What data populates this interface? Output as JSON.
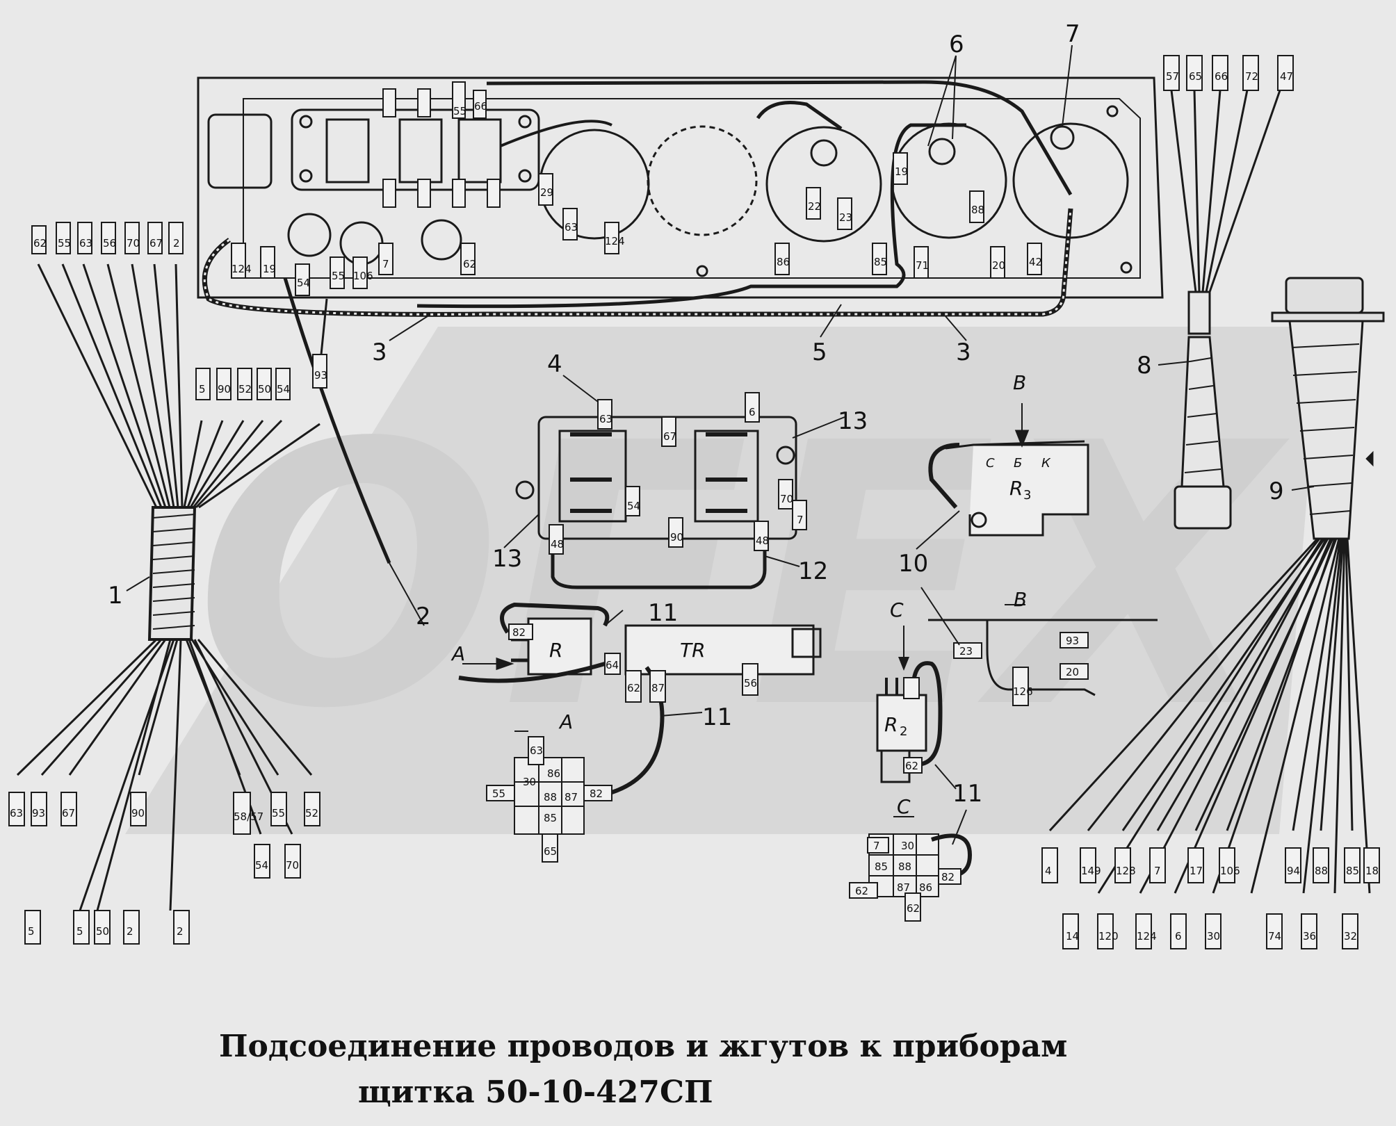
{
  "caption": {
    "line1": "Подсоединение проводов и жгутов к приборам",
    "line2": "щитка 50-10-427СП"
  },
  "watermark": "OFEX",
  "colors": {
    "ink": "#1a1a1a",
    "background": "#e9e9e9",
    "watermark": "#d2d2d2"
  },
  "callouts": [
    "1",
    "2",
    "3",
    "4",
    "5",
    "6",
    "7",
    "8",
    "9",
    "10",
    "11",
    "12",
    "13"
  ],
  "parts": {
    "R": "R",
    "TR": "TR",
    "R3": "R",
    "R3_sub": "3",
    "R2": "R",
    "R2_sub": "2",
    "R3_terms": [
      "С",
      "Б",
      "К"
    ]
  },
  "views": [
    "А",
    "В",
    "С"
  ],
  "wires": {
    "harness1_top_left": [
      "62",
      "55",
      "63",
      "56",
      "70",
      "67",
      "2"
    ],
    "harness1_top_right": [
      "5",
      "90",
      "52",
      "50",
      "54"
    ],
    "panel_top": [
      "55",
      "66"
    ],
    "wire2": "93",
    "panel_bottom": [
      "124",
      "19",
      "54",
      "55",
      "106",
      "7",
      "62",
      "29",
      "63",
      "124",
      "86",
      "22",
      "23",
      "85",
      "19",
      "71",
      "88",
      "20",
      "42"
    ],
    "harness8_top": [
      "57",
      "65",
      "66",
      "72",
      "47"
    ],
    "block12": [
      "63",
      "67",
      "6",
      "54",
      "90",
      "48",
      "70",
      "7",
      "48"
    ],
    "relay_R": [
      "82",
      "64",
      "62",
      "87",
      "56"
    ],
    "viewA": [
      "63",
      "86",
      "30",
      "88",
      "87",
      "85",
      "55",
      "82",
      "65"
    ],
    "viewB": [
      "23",
      "126",
      "93",
      "20"
    ],
    "R2": [
      "62"
    ],
    "viewC": [
      "7",
      "30",
      "88",
      "85",
      "87",
      "86",
      "62",
      "82",
      "62"
    ],
    "harness1_bottom": [
      "63",
      "93",
      "67",
      "90",
      "58/57",
      "55",
      "52",
      "54",
      "70"
    ],
    "harness1_bottom2": [
      "5",
      "5",
      "50",
      "2",
      "2"
    ],
    "harness9_bottom_top": [
      "4",
      "149",
      "128",
      "7",
      "17",
      "106",
      "94",
      "88",
      "85",
      "18"
    ],
    "harness9_bottom_low": [
      "14",
      "120",
      "124",
      "6",
      "30",
      "74",
      "36",
      "32"
    ]
  }
}
